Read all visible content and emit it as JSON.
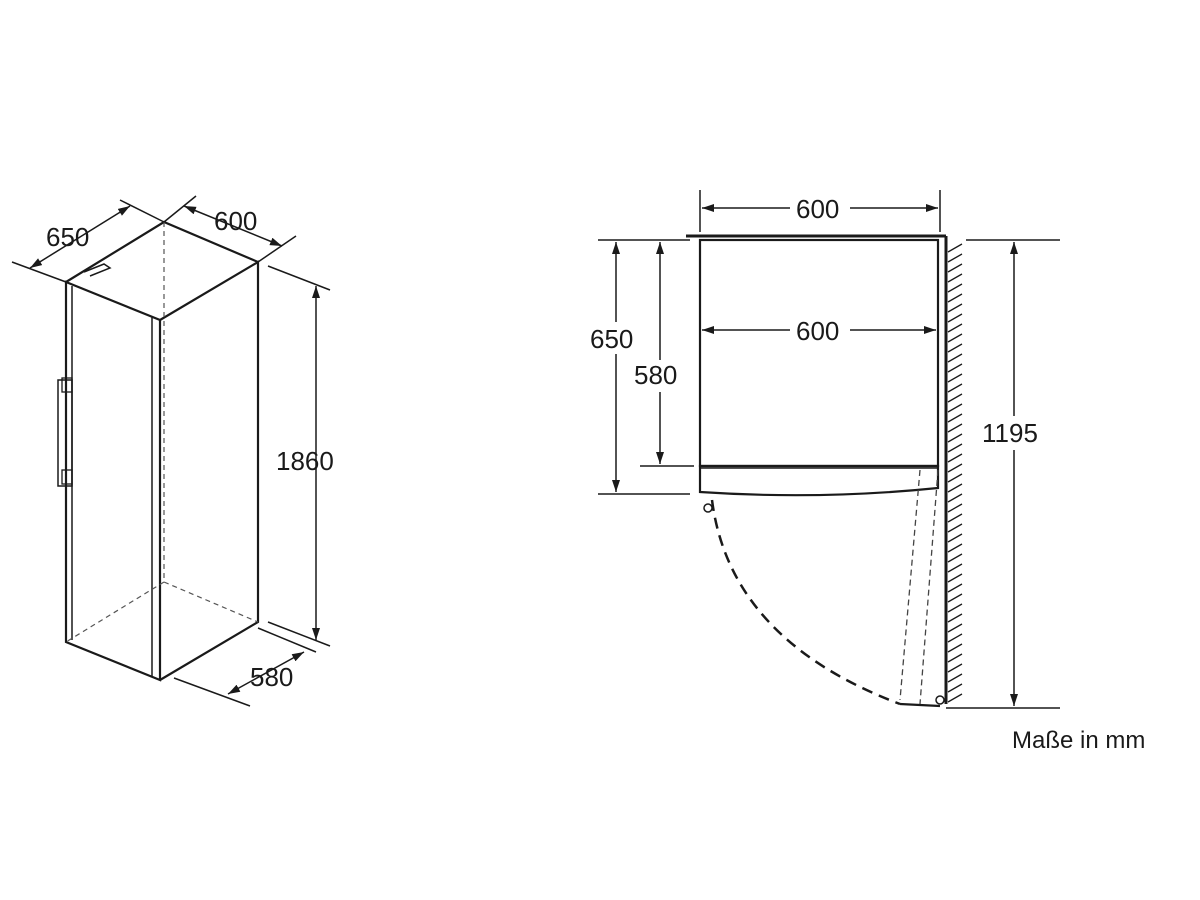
{
  "isometric": {
    "depth_label": "650",
    "width_label": "600",
    "height_label": "1860",
    "base_depth_label": "580"
  },
  "plan_view": {
    "outer_width_label": "600",
    "inner_width_label": "600",
    "outer_depth_label": "650",
    "inner_depth_label": "580",
    "door_clearance_label": "1195"
  },
  "units_note": "Maße in mm"
}
